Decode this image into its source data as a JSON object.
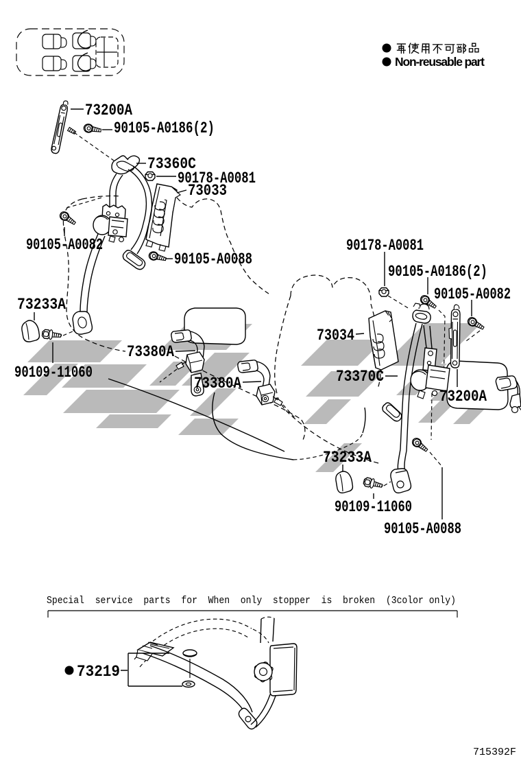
{
  "page": {
    "background": "#ffffff",
    "ink_color": "#111111",
    "watermark_color": "#bababa",
    "doc_number": "715392F"
  },
  "legend": {
    "bullet": "●",
    "jp": "再使用不可部品",
    "en": "Non-reusable part"
  },
  "callouts": [
    {
      "id": "hanger-left",
      "text": "73200A"
    },
    {
      "id": "screw-a0186-left",
      "text": "90105-A0186(2)"
    },
    {
      "id": "belt-guide",
      "text": "73360C"
    },
    {
      "id": "nut-a0081-left",
      "text": "90178-A0081"
    },
    {
      "id": "pillar-trim-left",
      "text": "73033"
    },
    {
      "id": "screw-a0082-left",
      "text": "90105-A0082"
    },
    {
      "id": "screw-a0088-left",
      "text": "90105-A0088"
    },
    {
      "id": "cover-left",
      "text": "73233A"
    },
    {
      "id": "buckle-inner-1",
      "text": "73380A"
    },
    {
      "id": "bolt-11060-left",
      "text": "90109-11060"
    },
    {
      "id": "buckle-inner-2",
      "text": "73380A"
    },
    {
      "id": "pillar-trim-right",
      "text": "73034"
    },
    {
      "id": "belt-outer-right",
      "text": "73370C"
    },
    {
      "id": "nut-a0081-right",
      "text": "90178-A0081"
    },
    {
      "id": "screw-a0186-right",
      "text": "90105-A0186(2)"
    },
    {
      "id": "screw-a0082-right",
      "text": "90105-A0082"
    },
    {
      "id": "hanger-right",
      "text": "73200A"
    },
    {
      "id": "cover-right",
      "text": "73233A"
    },
    {
      "id": "bolt-11060-right",
      "text": "90109-11060"
    },
    {
      "id": "screw-a0088-right",
      "text": "90105-A0088"
    }
  ],
  "special_note": "Special  service  parts  for  When  only  stopper  is  broken  (3color only)",
  "special_part": {
    "bullet": "●",
    "text": "73219"
  }
}
